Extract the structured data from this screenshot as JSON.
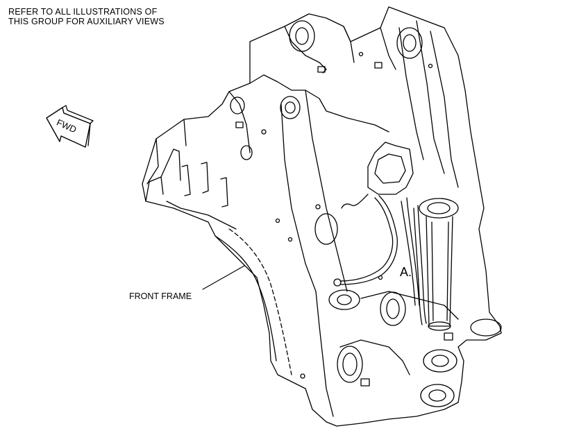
{
  "note": {
    "line1": "REFER TO ALL ILLUSTRATIONS OF",
    "line2": "THIS GROUP FOR AUXILIARY VIEWS"
  },
  "fwd_arrow": {
    "label": "FWD"
  },
  "callouts": {
    "front_frame": "FRONT FRAME",
    "view_a": "A."
  },
  "colors": {
    "line": "#000000",
    "background": "#ffffff"
  }
}
